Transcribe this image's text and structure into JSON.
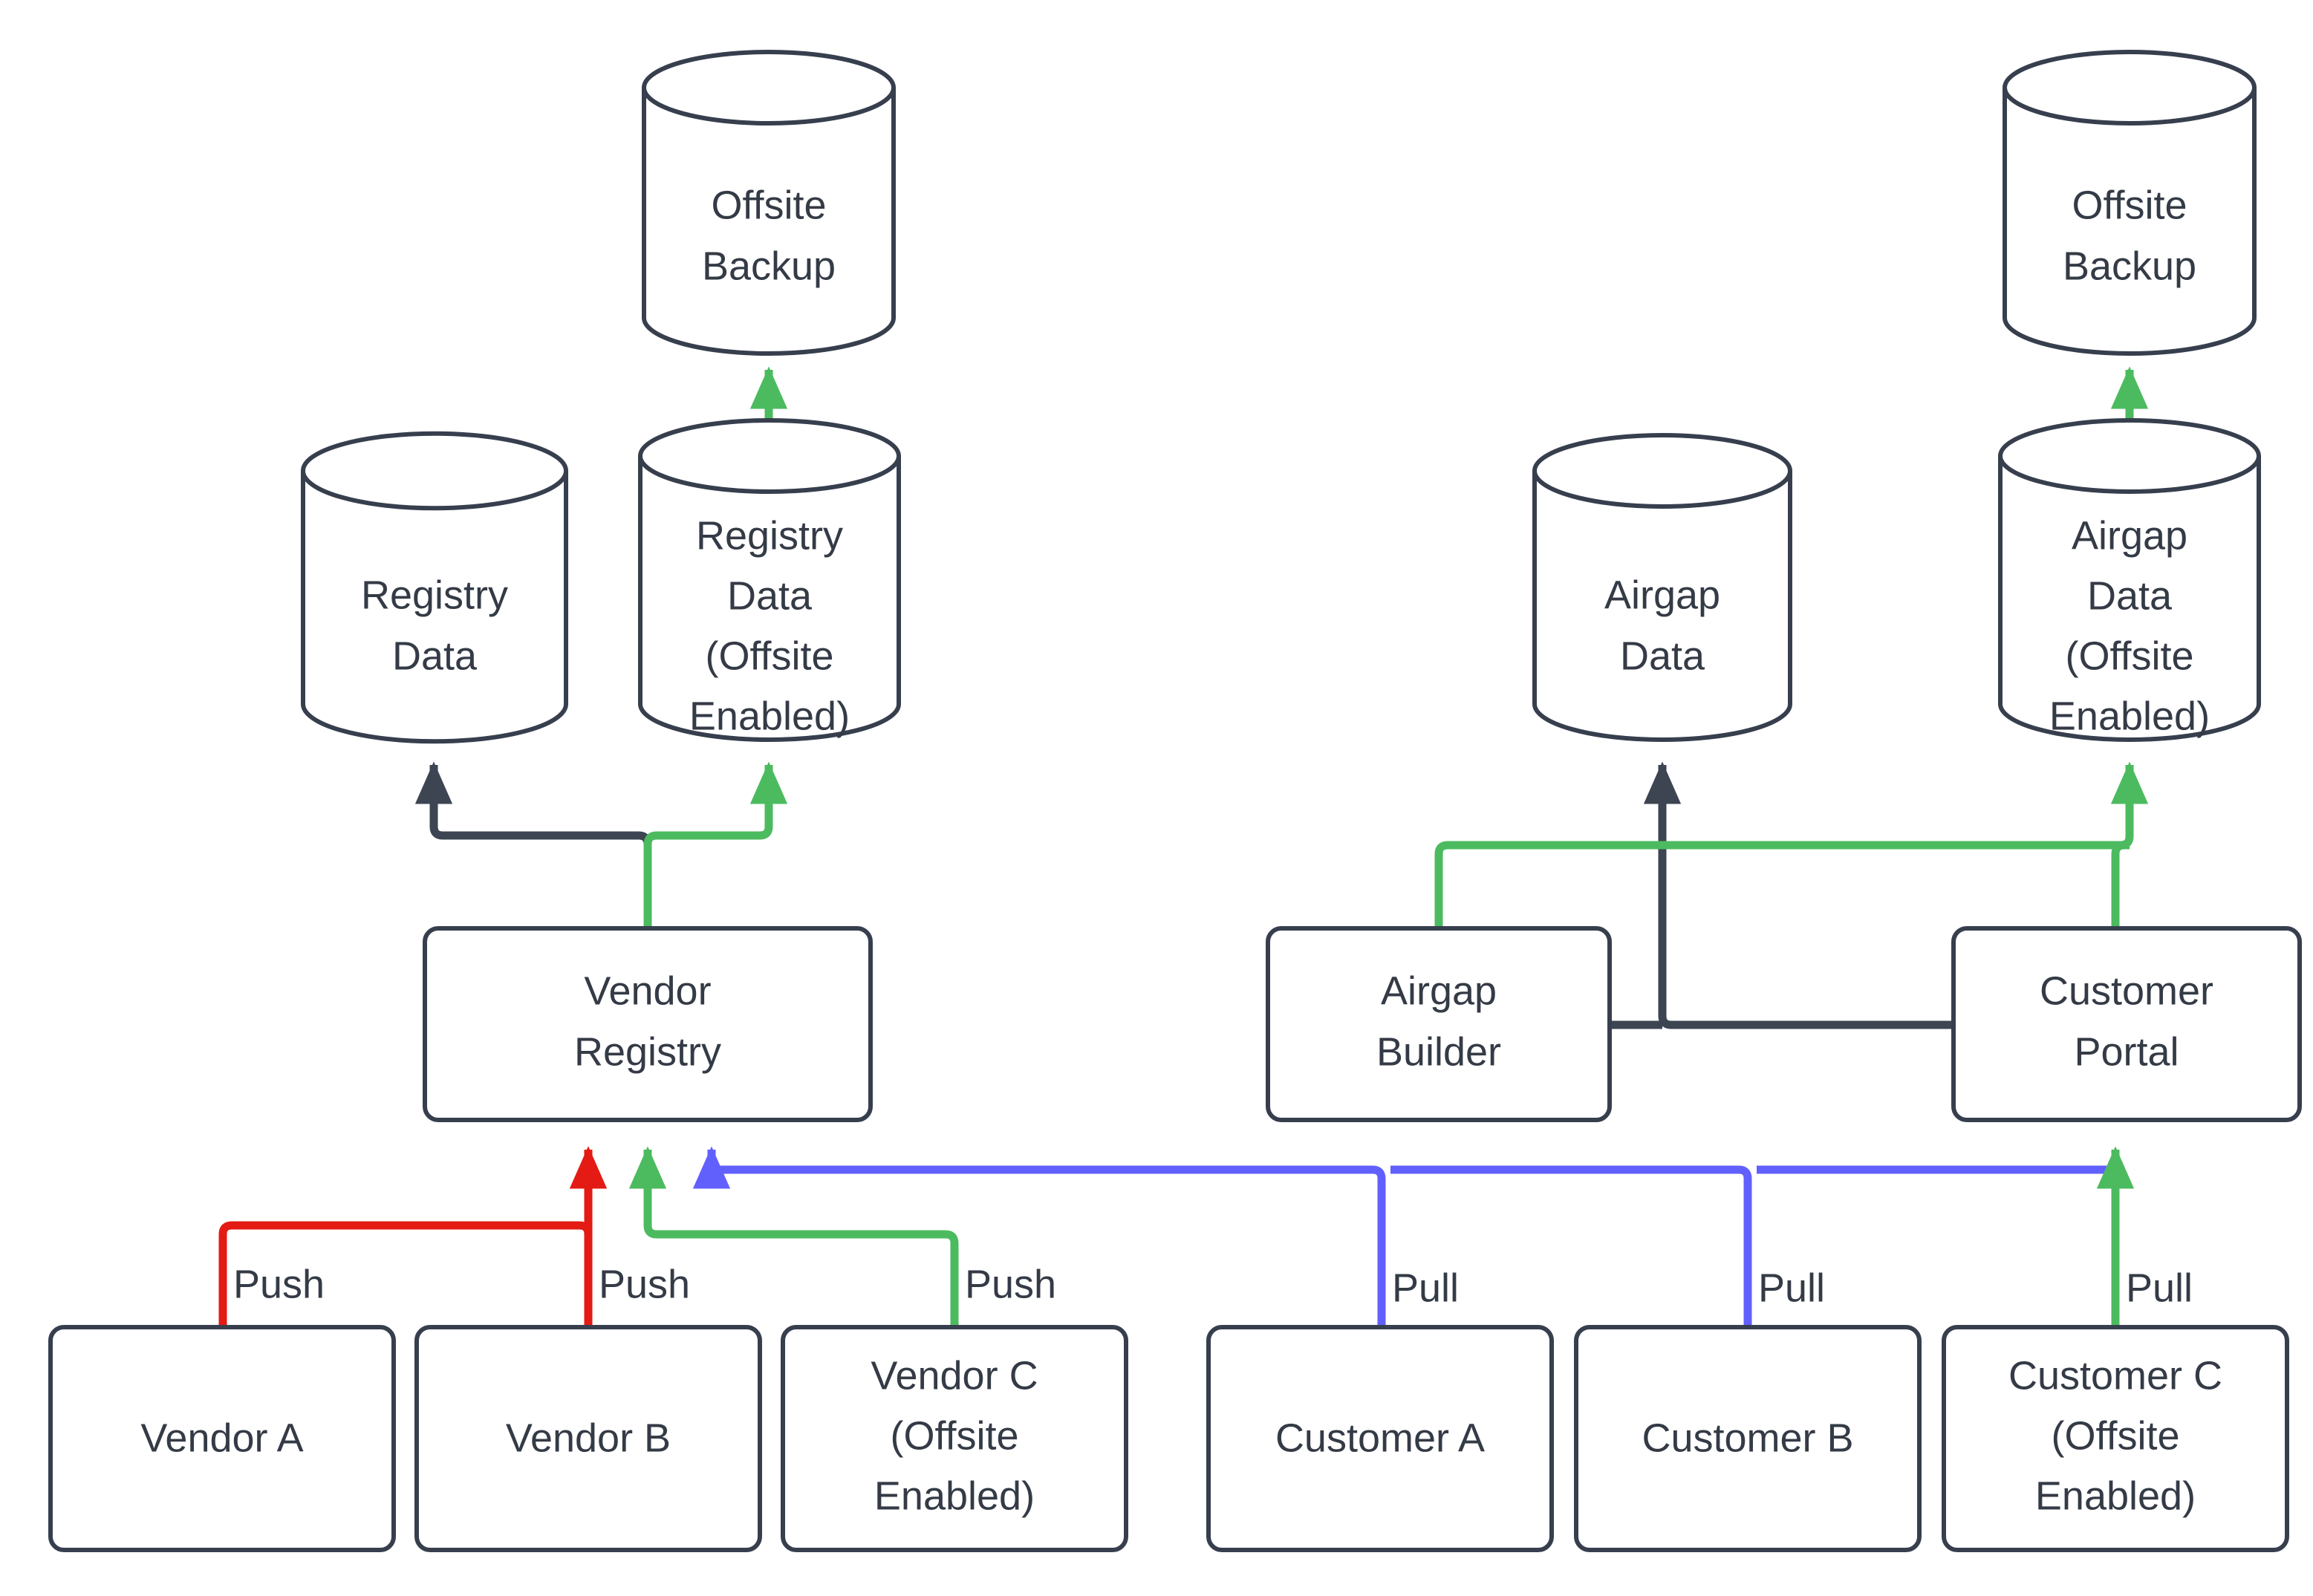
{
  "diagram": {
    "title": "Vendor Registry and Airgap Distribution Flow",
    "background": "#ffffff",
    "colors": {
      "node_stroke": "#373f4e",
      "node_fill": "#ffffff",
      "text": "#343b46",
      "link_dark": "#3d4452",
      "link_green": "#4cbb5f",
      "link_red": "#e31b14",
      "link_purple": "#6260fd"
    }
  },
  "nodes": {
    "offsite_backup_left": {
      "label_line1": "Offsite",
      "label_line2": "Backup",
      "shape": "cylinder"
    },
    "offsite_backup_right": {
      "label_line1": "Offsite",
      "label_line2": "Backup",
      "shape": "cylinder"
    },
    "registry_data": {
      "label_line1": "Registry",
      "label_line2": "Data",
      "shape": "cylinder"
    },
    "registry_data_offsite": {
      "label_line1": "Registry",
      "label_line2": "Data",
      "label_line3": "(Offsite",
      "label_line4": "Enabled)",
      "shape": "cylinder"
    },
    "airgap_data": {
      "label_line1": "Airgap",
      "label_line2": "Data",
      "shape": "cylinder"
    },
    "airgap_data_offsite": {
      "label_line1": "Airgap",
      "label_line2": "Data",
      "label_line3": "(Offsite",
      "label_line4": "Enabled)",
      "shape": "cylinder"
    },
    "vendor_registry": {
      "label_line1": "Vendor",
      "label_line2": "Registry",
      "shape": "box"
    },
    "airgap_builder": {
      "label_line1": "Airgap",
      "label_line2": "Builder",
      "shape": "box"
    },
    "customer_portal": {
      "label_line1": "Customer",
      "label_line2": "Portal",
      "shape": "box"
    },
    "vendor_a": {
      "label_line1": "Vendor A",
      "shape": "box"
    },
    "vendor_b": {
      "label_line1": "Vendor B",
      "shape": "box"
    },
    "vendor_c": {
      "label_line1": "Vendor C",
      "label_line2": "(Offsite",
      "label_line3": "Enabled)",
      "shape": "box"
    },
    "customer_a": {
      "label_line1": "Customer A",
      "shape": "box"
    },
    "customer_b": {
      "label_line1": "Customer B",
      "shape": "box"
    },
    "customer_c": {
      "label_line1": "Customer C",
      "label_line2": "(Offsite",
      "label_line3": "Enabled)",
      "shape": "box"
    }
  },
  "edge_labels": {
    "vendor_a_push": "Push",
    "vendor_b_push": "Push",
    "vendor_c_push": "Push",
    "customer_a_pull": "Pull",
    "customer_b_pull": "Pull",
    "customer_c_pull": "Pull"
  }
}
